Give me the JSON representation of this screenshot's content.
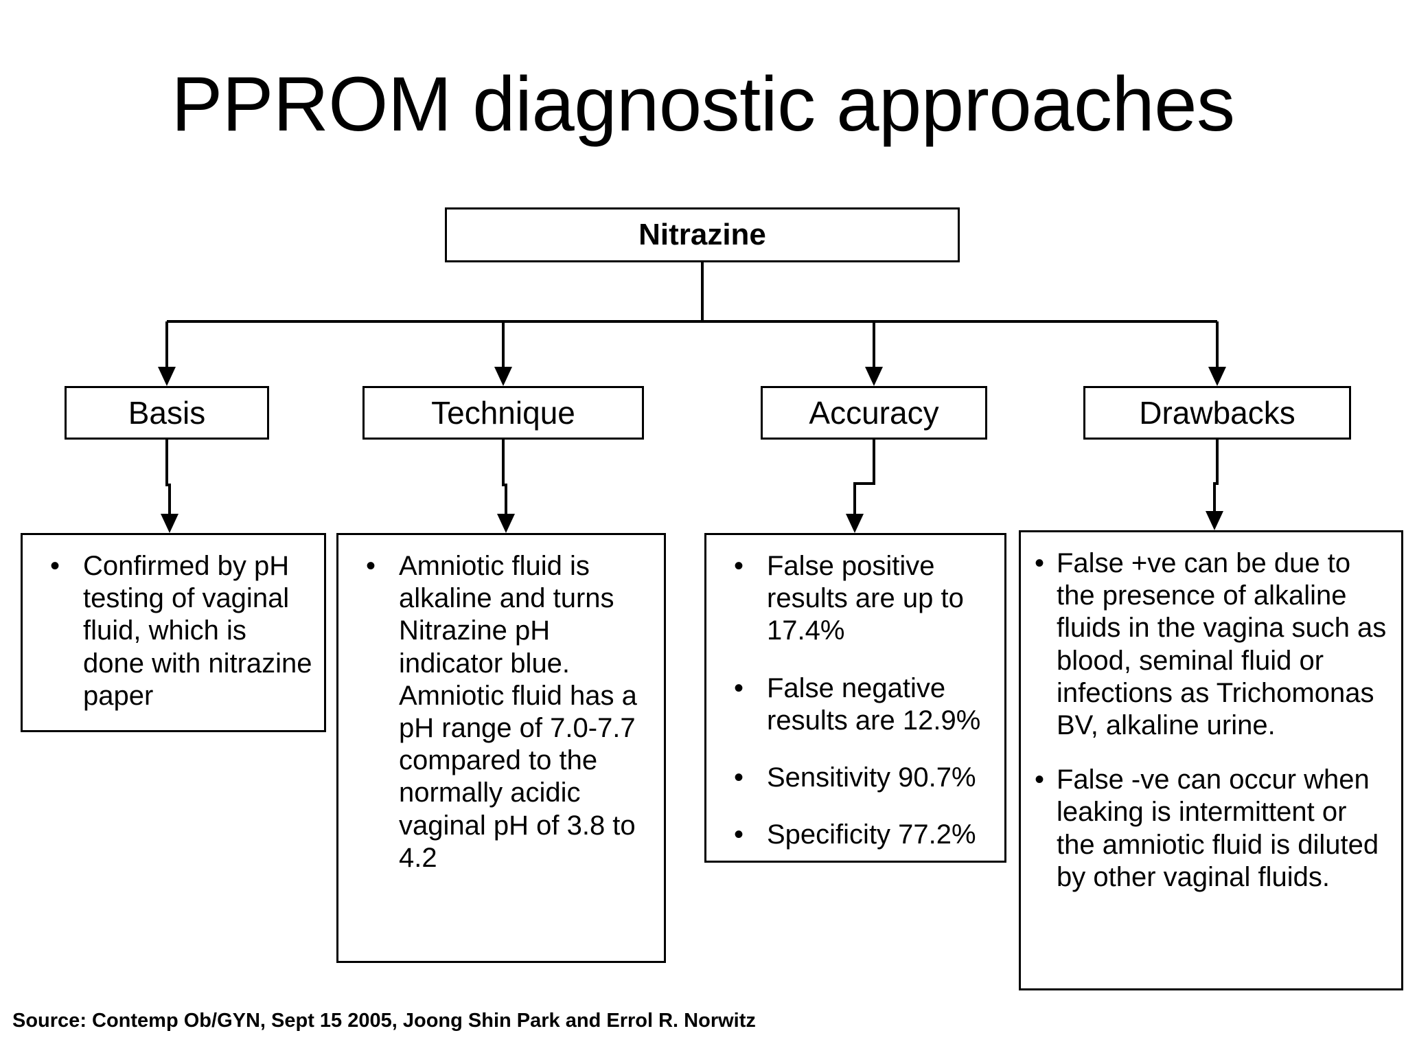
{
  "slide": {
    "title": "PPROM diagnostic approaches",
    "source": "Source: Contemp Ob/GYN, Sept 15 2005, Joong Shin Park and Errol R. Norwitz"
  },
  "diagram": {
    "root": {
      "label": "Nitrazine"
    },
    "branches": [
      {
        "label": "Basis"
      },
      {
        "label": "Technique"
      },
      {
        "label": "Accuracy"
      },
      {
        "label": "Drawbacks"
      }
    ],
    "bullet": "•",
    "content": {
      "basis": {
        "bullets": [
          "Confirmed by pH testing of vaginal fluid, which is done with nitrazine paper"
        ]
      },
      "technique": {
        "bullets": [
          "Amniotic fluid is alkaline and turns Nitrazine pH indicator blue. Amniotic fluid has a pH range of 7.0-7.7 compared to the normally acidic vaginal pH of 3.8 to 4.2"
        ]
      },
      "accuracy": {
        "bullets": [
          "False positive results are up to 17.4%",
          "False negative results are 12.9%",
          "Sensitivity 90.7%",
          "Specificity 77.2%"
        ]
      },
      "drawbacks": {
        "bullets": [
          "False +ve can be due to the presence of alkaline fluids in the vagina such as blood, seminal fluid or infections as Trichomonas BV, alkaline urine.",
          "False -ve can occur when leaking is intermittent or the amniotic fluid is diluted by other vaginal fluids."
        ]
      }
    }
  },
  "colors": {
    "ink": "#000000",
    "paper": "#ffffff"
  }
}
